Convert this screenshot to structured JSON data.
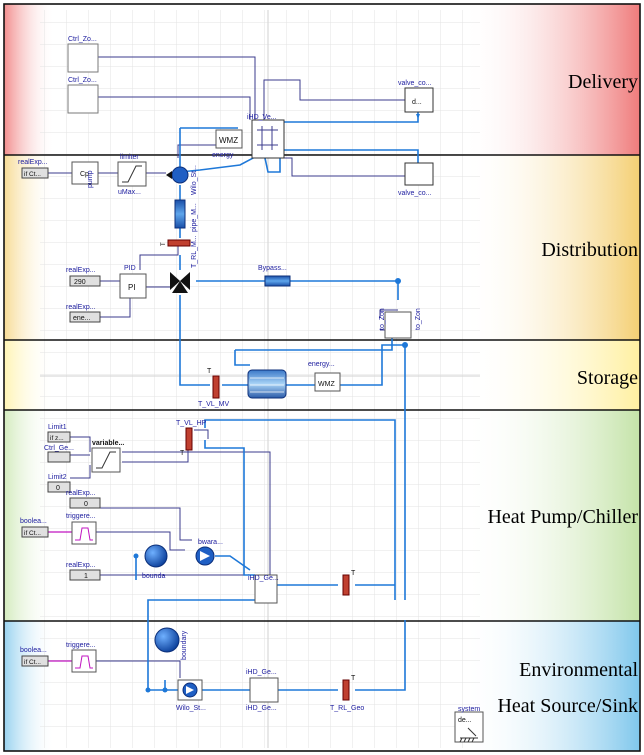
{
  "sections": [
    {
      "id": "delivery",
      "label": "Delivery",
      "color": "#f08a8a"
    },
    {
      "id": "distribution",
      "label": "Distribution",
      "color": "#f6d88a"
    },
    {
      "id": "storage",
      "label": "Storage",
      "color": "#fff5a8"
    },
    {
      "id": "heatpump",
      "label": "Heat Pump/Chiller",
      "color": "#cfe8b4"
    },
    {
      "id": "environmental",
      "label_line1": "Environmental",
      "label_line2": "Heat Source/Sink",
      "color": "#8fd0ee"
    }
  ],
  "blocks": {
    "ctrl_zo1": "Ctrl_Zo...",
    "ctrl_zo2": "Ctrl_Zo...",
    "valve_co1": "valve_co...",
    "valve_co1_inner": "d...",
    "valve_co2": "valve_co...",
    "ihd": "iHD_Ve...",
    "wmz": "WMZ",
    "energy": "energy",
    "real_exp_1": "realExp...",
    "real_exp_1_val": "if Ct...",
    "cp": "Cp",
    "limiter": "limiter",
    "umax": "uMax...",
    "pump": "pump",
    "wilo_st": "Wilo_St...",
    "pipe_m": "pipe_M...",
    "t_rl_m": "T_RL_M...",
    "real_exp_2": "realExp...",
    "real_exp_2_val": "290",
    "pid": "PID",
    "pi": "PI",
    "real_exp_3": "realExp...",
    "real_exp_3_val": "ene...",
    "bypass": "Bypass...",
    "to_zon1": "to_Zon",
    "to_zon2": "to_Zon",
    "t_vl_mv": "T_VL_MV",
    "energy2": "energy...",
    "limit1": "Limit1",
    "limit1_val": "if z...",
    "ctrl_ge": "Ctrl_Ge...",
    "limit2": "Limit2",
    "limit2_val": "0",
    "variable": "variable...",
    "t_vl_hp": "T_VL_HP",
    "real_exp_4": "realExp...",
    "real_exp_4_val": "0",
    "boolea_1": "boolea...",
    "boolea_1_val": "if Ct...",
    "triggere_1": "triggere...",
    "bounda": "bounda",
    "bwara": "bwara...",
    "real_exp_5": "realExp...",
    "real_exp_5_val": "1",
    "ihd_ge1": "iHD_Ge...",
    "boolea_2": "boolea...",
    "boolea_2_val": "if Ct...",
    "triggere_2": "triggere...",
    "boundary": "boundary",
    "wilo_st2": "Wilo_St...",
    "ihd_ge2": "iHD_Ge...",
    "ihd_ge2_b": "iHD_Ge...",
    "t_rl_geo": "T_RL_Geo",
    "system": "system",
    "system_inner": "de...",
    "t": "T"
  }
}
